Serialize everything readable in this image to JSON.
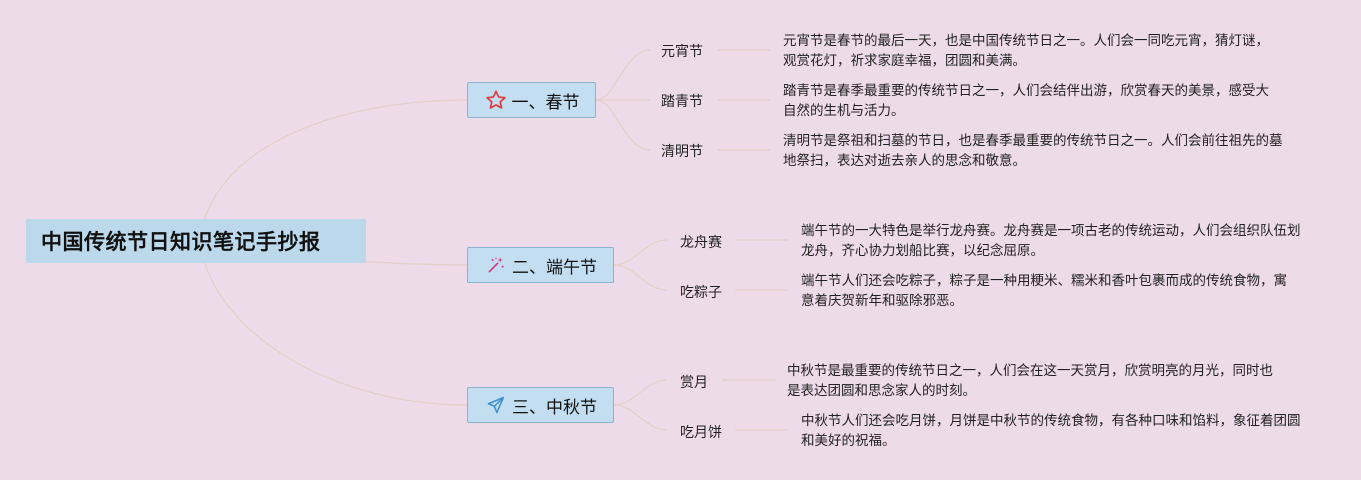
{
  "root": {
    "title": "中国传统节日知识笔记手抄报"
  },
  "branches": [
    {
      "label": "一、春节",
      "icon": "star-icon",
      "children": [
        {
          "label": "元宵节",
          "text": "元宵节是春节的最后一天，也是中国传统节日之一。人们会一同吃元宵，猜灯谜，观赏花灯，祈求家庭幸福，团圆和美满。"
        },
        {
          "label": "踏青节",
          "text": "踏青节是春季最重要的传统节日之一，人们会结伴出游，欣赏春天的美景，感受大自然的生机与活力。"
        },
        {
          "label": "清明节",
          "text": "清明节是祭祖和扫墓的节日，也是春季最重要的传统节日之一。人们会前往祖先的墓地祭扫，表达对逝去亲人的思念和敬意。"
        }
      ]
    },
    {
      "label": "二、端午节",
      "icon": "magic-wand-icon",
      "children": [
        {
          "label": "龙舟赛",
          "text": "端午节的一大特色是举行龙舟赛。龙舟赛是一项古老的传统运动，人们会组织队伍划龙舟，齐心协力划船比赛，以纪念屈原。"
        },
        {
          "label": "吃粽子",
          "text": "端午节人们还会吃粽子，粽子是一种用粳米、糯米和香叶包裹而成的传统食物，寓意着庆贺新年和驱除邪恶。"
        }
      ]
    },
    {
      "label": "三、中秋节",
      "icon": "paper-plane-icon",
      "children": [
        {
          "label": "赏月",
          "text": "中秋节是最重要的传统节日之一，人们会在这一天赏月，欣赏明亮的月光，同时也是表达团圆和思念家人的时刻。"
        },
        {
          "label": "吃月饼",
          "text": "中秋节人们还会吃月饼，月饼是中秋节的传统食物，有各种口味和馅料，象征着团圆和美好的祝福。"
        }
      ]
    }
  ],
  "colors": {
    "background": "#eddbe9",
    "root_fill": "#bcd9ec",
    "node_fill": "#c3def0",
    "node_border": "#8cb3cc",
    "connector": "#e5cfc9",
    "star": "#e03a3a",
    "wand": "#d23a7a",
    "plane": "#3a8fd2"
  }
}
